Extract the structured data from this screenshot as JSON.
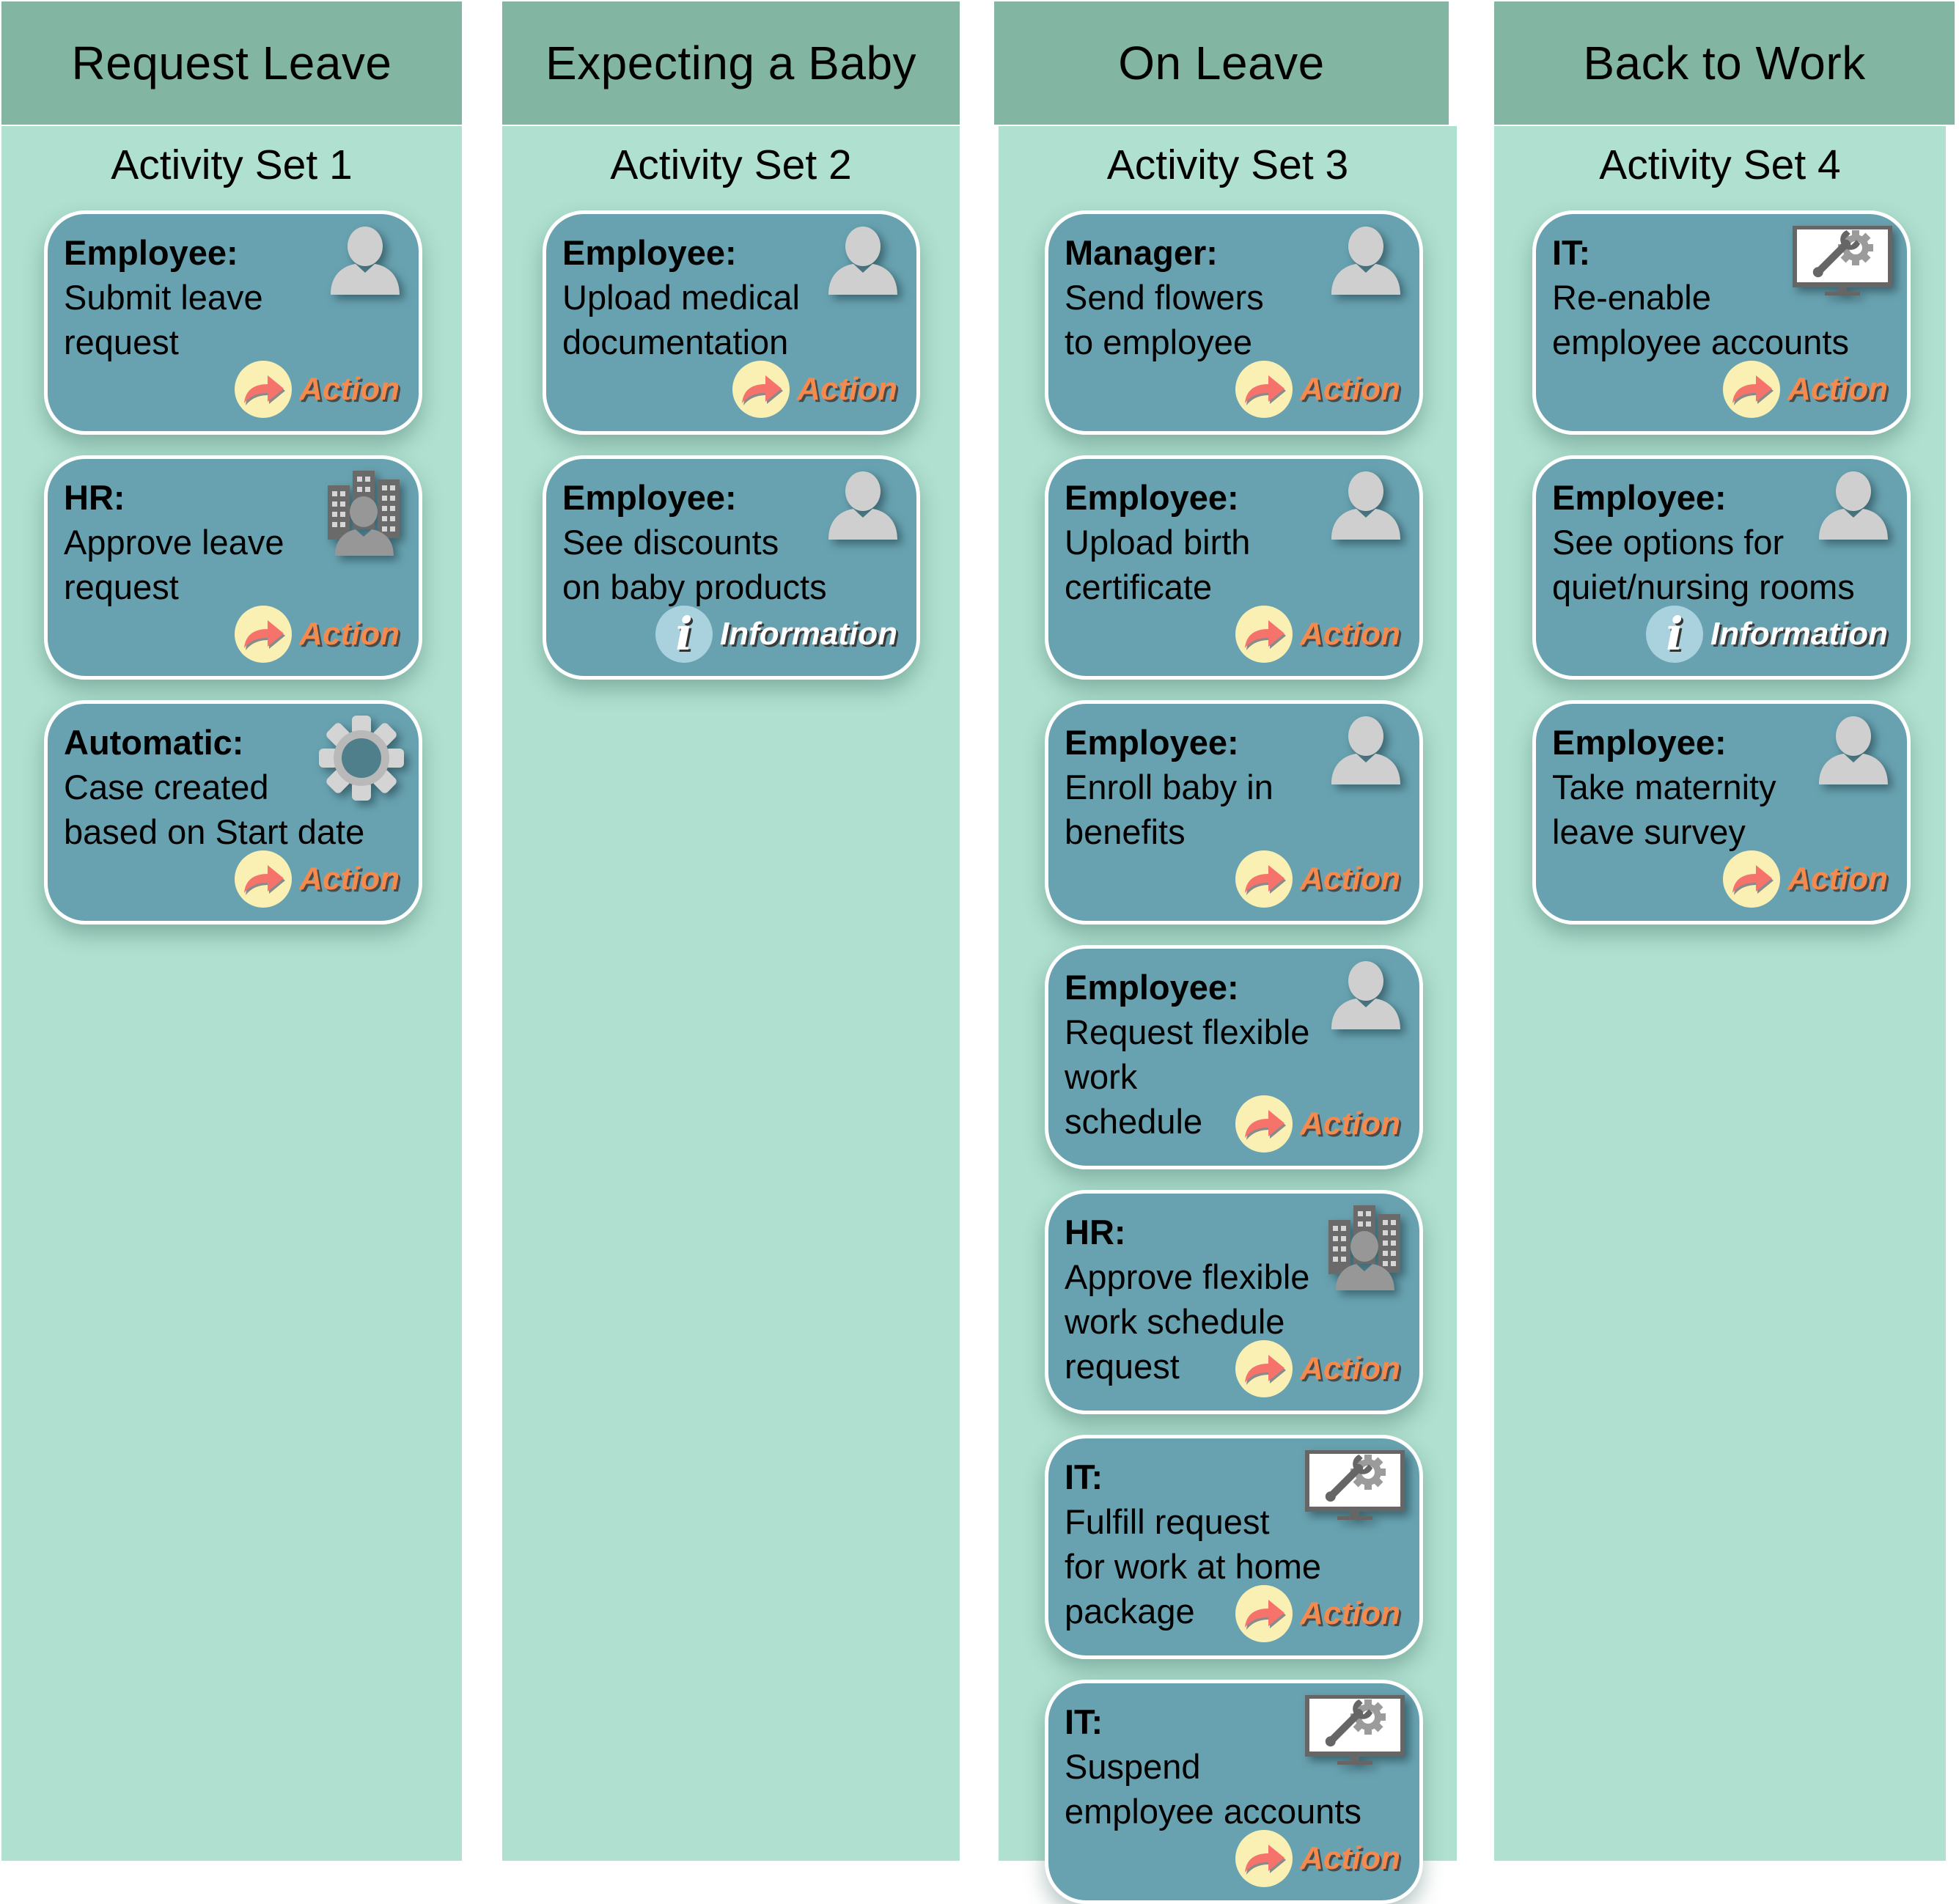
{
  "columns": [
    {
      "header": "Request Leave",
      "set_title": "Activity Set 1",
      "cards": [
        {
          "role": "Employee:",
          "lines": [
            "Submit leave",
            "request"
          ],
          "icon": "person-icon",
          "badge": "Action"
        },
        {
          "role": "HR:",
          "lines": [
            "Approve leave",
            "request"
          ],
          "icon": "hr-building-person-icon",
          "badge": "Action"
        },
        {
          "role": "Automatic:",
          "lines": [
            "Case created",
            "based on Start date"
          ],
          "icon": "gear-icon",
          "badge": "Action"
        }
      ]
    },
    {
      "header": "Expecting a Baby",
      "set_title": "Activity Set 2",
      "cards": [
        {
          "role": "Employee:",
          "lines": [
            "Upload medical",
            "documentation"
          ],
          "icon": "person-icon",
          "badge": "Action"
        },
        {
          "role": "Employee:",
          "lines": [
            "See discounts",
            "on baby products"
          ],
          "icon": "person-icon",
          "badge": "Information"
        }
      ]
    },
    {
      "header": "On Leave",
      "set_title": "Activity Set 3",
      "cards": [
        {
          "role": "Manager:",
          "lines": [
            "Send flowers",
            "to employee"
          ],
          "icon": "person-icon",
          "badge": "Action"
        },
        {
          "role": "Employee:",
          "lines": [
            "Upload birth",
            "certificate"
          ],
          "icon": "person-icon",
          "badge": "Action"
        },
        {
          "role": "Employee:",
          "lines": [
            "Enroll baby in",
            "benefits"
          ],
          "icon": "person-icon",
          "badge": "Action"
        },
        {
          "role": "Employee:",
          "lines": [
            "Request flexible",
            "work",
            "schedule"
          ],
          "icon": "person-icon",
          "badge": "Action"
        },
        {
          "role": "HR:",
          "lines": [
            "Approve flexible",
            "work schedule",
            "request"
          ],
          "icon": "hr-building-person-icon",
          "badge": "Action"
        },
        {
          "role": "IT:",
          "lines": [
            "Fulfill request",
            "for work at home",
            "package"
          ],
          "icon": "it-monitor-tools-icon",
          "badge": "Action"
        },
        {
          "role": "IT:",
          "lines": [
            "Suspend",
            "employee accounts"
          ],
          "icon": "it-monitor-tools-icon",
          "badge": "Action"
        }
      ]
    },
    {
      "header": "Back to Work",
      "set_title": "Activity Set 4",
      "cards": [
        {
          "role": "IT:",
          "lines": [
            "Re-enable",
            "employee accounts"
          ],
          "icon": "it-monitor-tools-icon",
          "badge": "Action"
        },
        {
          "role": "Employee:",
          "lines": [
            "See options for",
            "quiet/nursing rooms"
          ],
          "icon": "person-icon",
          "badge": "Information"
        },
        {
          "role": "Employee:",
          "lines": [
            "Take maternity",
            "leave survey"
          ],
          "icon": "person-icon",
          "badge": "Action"
        }
      ]
    }
  ],
  "colors": {
    "header_bg": "#82b5a2",
    "column_bg": "#b0e0cf",
    "card_bg": "#68a2b0",
    "action_text": "#f48a4e",
    "action_circle": "#fbf0b4",
    "info_circle": "#a9d1de"
  }
}
